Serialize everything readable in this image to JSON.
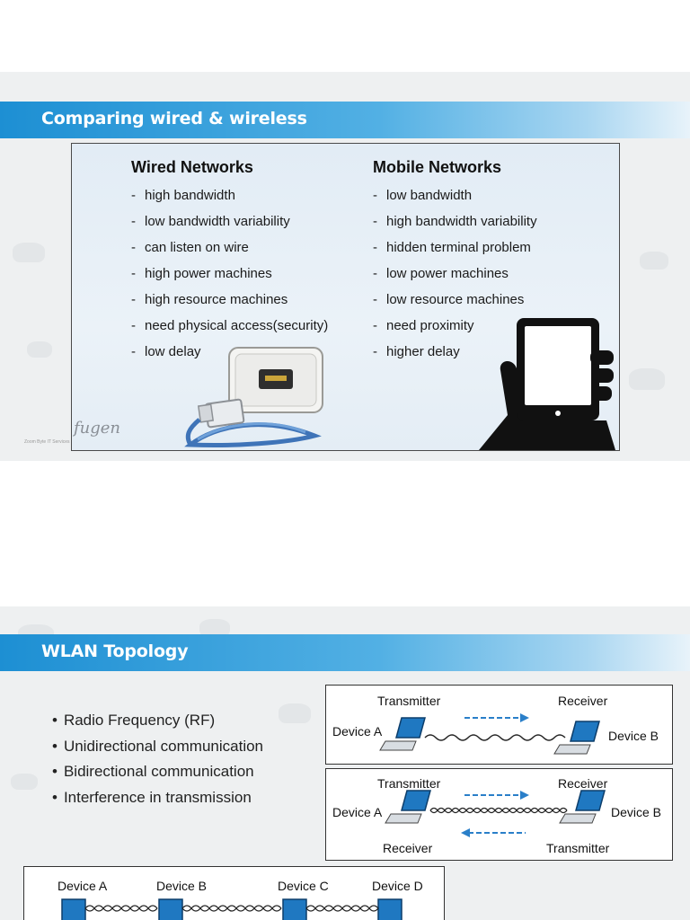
{
  "slide1": {
    "title": "Comparing wired & wireless",
    "wired_heading": "Wired Networks",
    "mobile_heading": "Mobile Networks",
    "wired_items": [
      "high bandwidth",
      "low bandwidth variability",
      "can listen on wire",
      "high power machines",
      "high resource machines",
      "need physical access(security)",
      "low delay"
    ],
    "mobile_items": [
      "low bandwidth",
      "high bandwidth variability",
      "hidden terminal problem",
      "low power machines",
      "low resource machines",
      "need proximity",
      "higher delay"
    ],
    "dash": "-",
    "logo_text": "fugen",
    "footer_small": "Zoom Byte IT Services"
  },
  "slide2": {
    "title": "WLAN Topology",
    "bullets": [
      "Radio Frequency (RF)",
      "Unidirectional communication",
      "Bidirectional communication",
      "Interference in transmission"
    ],
    "diagram1": {
      "transmitter": "Transmitter",
      "receiver": "Receiver",
      "device_a": "Device A",
      "device_b": "Device B"
    },
    "diagram2": {
      "transmitter_top": "Transmitter",
      "receiver_top": "Receiver",
      "device_a": "Device A",
      "device_b": "Device B",
      "receiver_bottom": "Receiver",
      "transmitter_bottom": "Transmitter"
    },
    "diagram3": {
      "devices": [
        "Device A",
        "Device B",
        "Device C",
        "Device D"
      ]
    }
  },
  "colors": {
    "accent": "#1d8fd3",
    "laptop": "#1f78c1",
    "dash_arrow": "#2a7fc9"
  }
}
